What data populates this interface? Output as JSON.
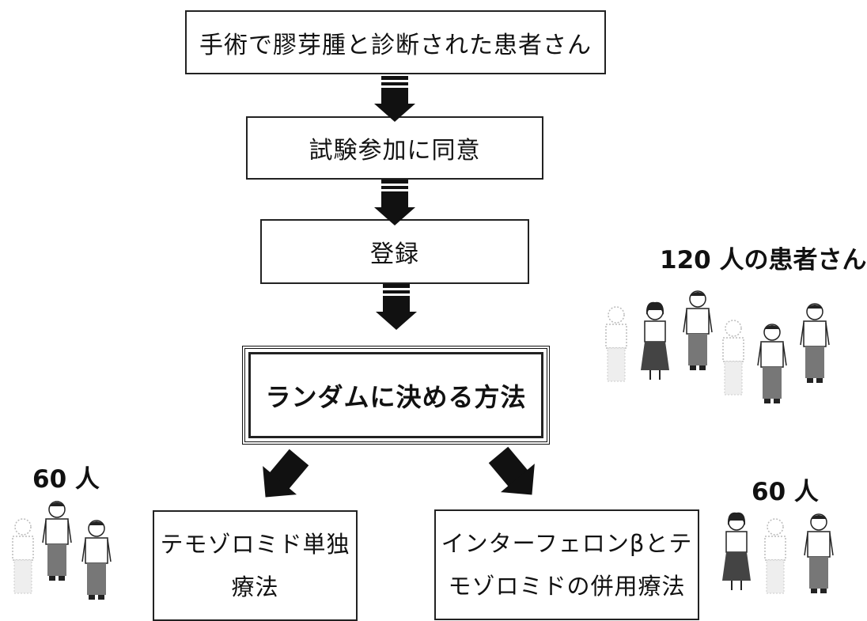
{
  "flow": {
    "start": "手術で膠芽腫と診断された患者さん",
    "consent": "試験参加に同意",
    "register": "登録",
    "randomize": "ランダムに決める方法",
    "arm_left": "テモゾロミド単独\n療法",
    "arm_right": "インターフェロンβとテ\nモゾロミドの併用療法"
  },
  "counts": {
    "total": "120 人の患者さん",
    "left": "60 人",
    "right": "60 人"
  },
  "icons": {
    "arrow": "arrow-down-icon",
    "people": "person-icon"
  }
}
